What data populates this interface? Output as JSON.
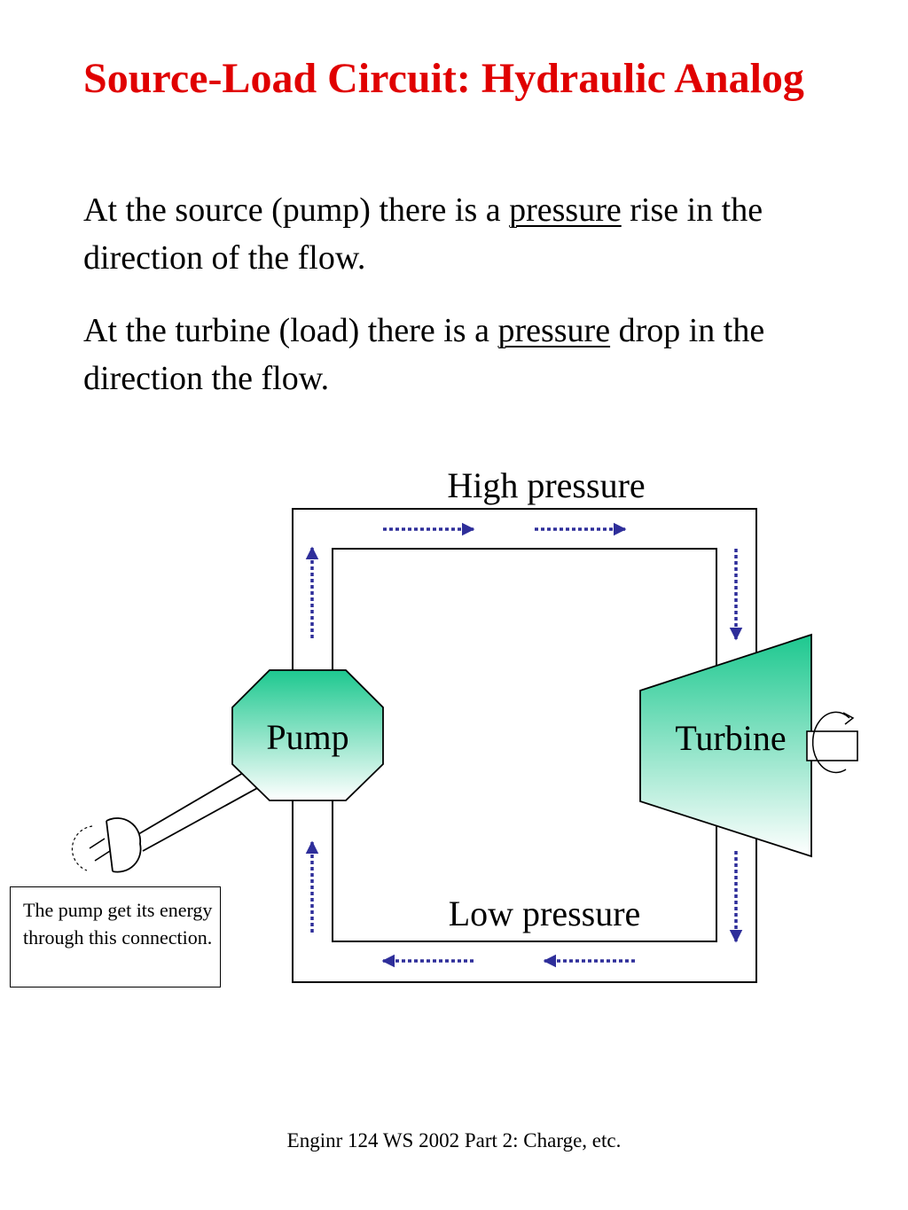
{
  "slide": {
    "title": "Source-Load Circuit: Hydraulic Analog",
    "paragraph1": {
      "before": "At the source (pump) there is a ",
      "emphasis": "pressure",
      "after": " rise in the direction of the flow."
    },
    "paragraph2": {
      "before": "At the turbine (load) there is a ",
      "emphasis": "pressure",
      "after": " drop in the direction the flow."
    },
    "footer": "Enginr 124 WS 2002  Part 2: Charge, etc."
  },
  "diagram": {
    "high_label": "High pressure",
    "low_label": "Low pressure",
    "pump_label": "Pump",
    "turbine_label": "Turbine",
    "note": "The pump get its energy through this connection.",
    "colors": {
      "title": "#e00000",
      "gradient_top": "#1dc88f",
      "gradient_bottom": "#ffffff",
      "flow_arrow": "#2e2e9a"
    }
  }
}
